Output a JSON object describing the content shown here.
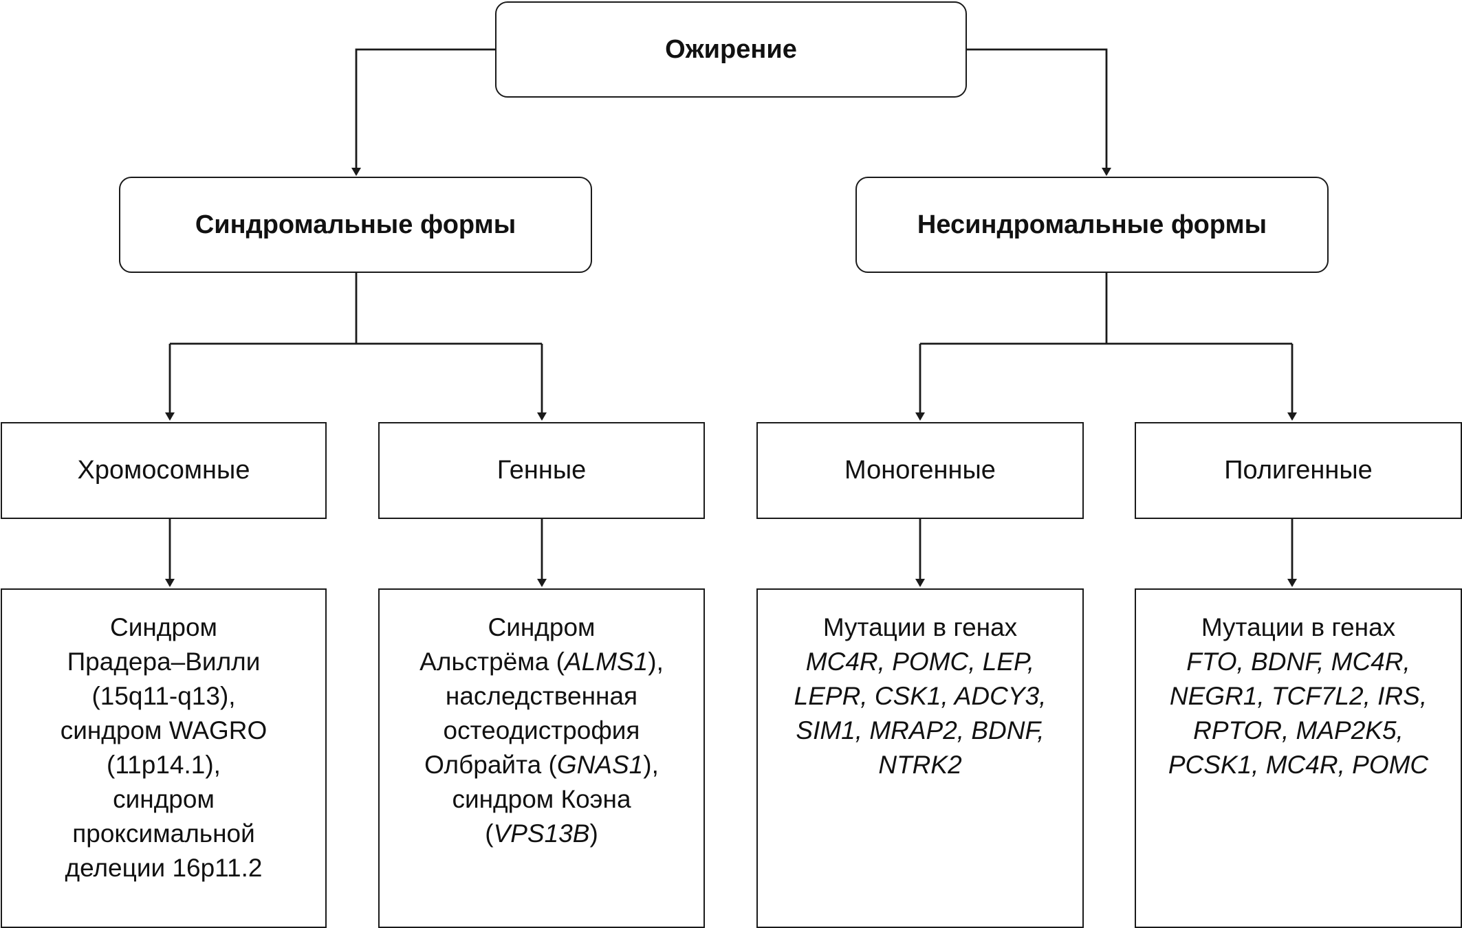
{
  "root": {
    "label": "Ожирение"
  },
  "branches": [
    {
      "label": "Синдромальные формы",
      "children": [
        {
          "label": "Хромосомные",
          "detail": [
            [
              {
                "t": "Синдром"
              }
            ],
            [
              {
                "t": "Прадера–Вилли"
              }
            ],
            [
              {
                "t": "(15q11-q13),"
              }
            ],
            [
              {
                "t": "синдром WAGRO"
              }
            ],
            [
              {
                "t": "(11p14.1),"
              }
            ],
            [
              {
                "t": "синдром"
              }
            ],
            [
              {
                "t": "проксимальной"
              }
            ],
            [
              {
                "t": "делеции 16p11.2"
              }
            ]
          ]
        },
        {
          "label": "Генные",
          "detail": [
            [
              {
                "t": "Синдром"
              }
            ],
            [
              {
                "t": "Альстрёма ("
              },
              {
                "t": "ALMS1",
                "i": true
              },
              {
                "t": "),"
              }
            ],
            [
              {
                "t": "наследственная"
              }
            ],
            [
              {
                "t": "остеодистрофия"
              }
            ],
            [
              {
                "t": "Олбрайта ("
              },
              {
                "t": "GNAS1",
                "i": true
              },
              {
                "t": "),"
              }
            ],
            [
              {
                "t": "синдром Коэна"
              }
            ],
            [
              {
                "t": "("
              },
              {
                "t": "VPS13B",
                "i": true
              },
              {
                "t": ")"
              }
            ]
          ]
        }
      ]
    },
    {
      "label": "Несиндромальные формы",
      "children": [
        {
          "label": "Моногенные",
          "detail": [
            [
              {
                "t": "Мутации в генах"
              }
            ],
            [
              {
                "t": "MC4R, POMC, LEP,",
                "i": true
              }
            ],
            [
              {
                "t": "LEPR, CSK1, ADCY3,",
                "i": true
              }
            ],
            [
              {
                "t": "SIM1, MRAP2, BDNF,",
                "i": true
              }
            ],
            [
              {
                "t": "NTRK2",
                "i": true
              }
            ]
          ]
        },
        {
          "label": "Полигенные",
          "detail": [
            [
              {
                "t": "Мутации в генах"
              }
            ],
            [
              {
                "t": "FTO, BDNF, MC4R,",
                "i": true
              }
            ],
            [
              {
                "t": "NEGR1, TCF7L2, IRS,",
                "i": true
              }
            ],
            [
              {
                "t": "RPTOR, MAP2K5,",
                "i": true
              }
            ],
            [
              {
                "t": "PCSK1, MC4R, POMC",
                "i": true
              }
            ]
          ]
        }
      ]
    }
  ]
}
